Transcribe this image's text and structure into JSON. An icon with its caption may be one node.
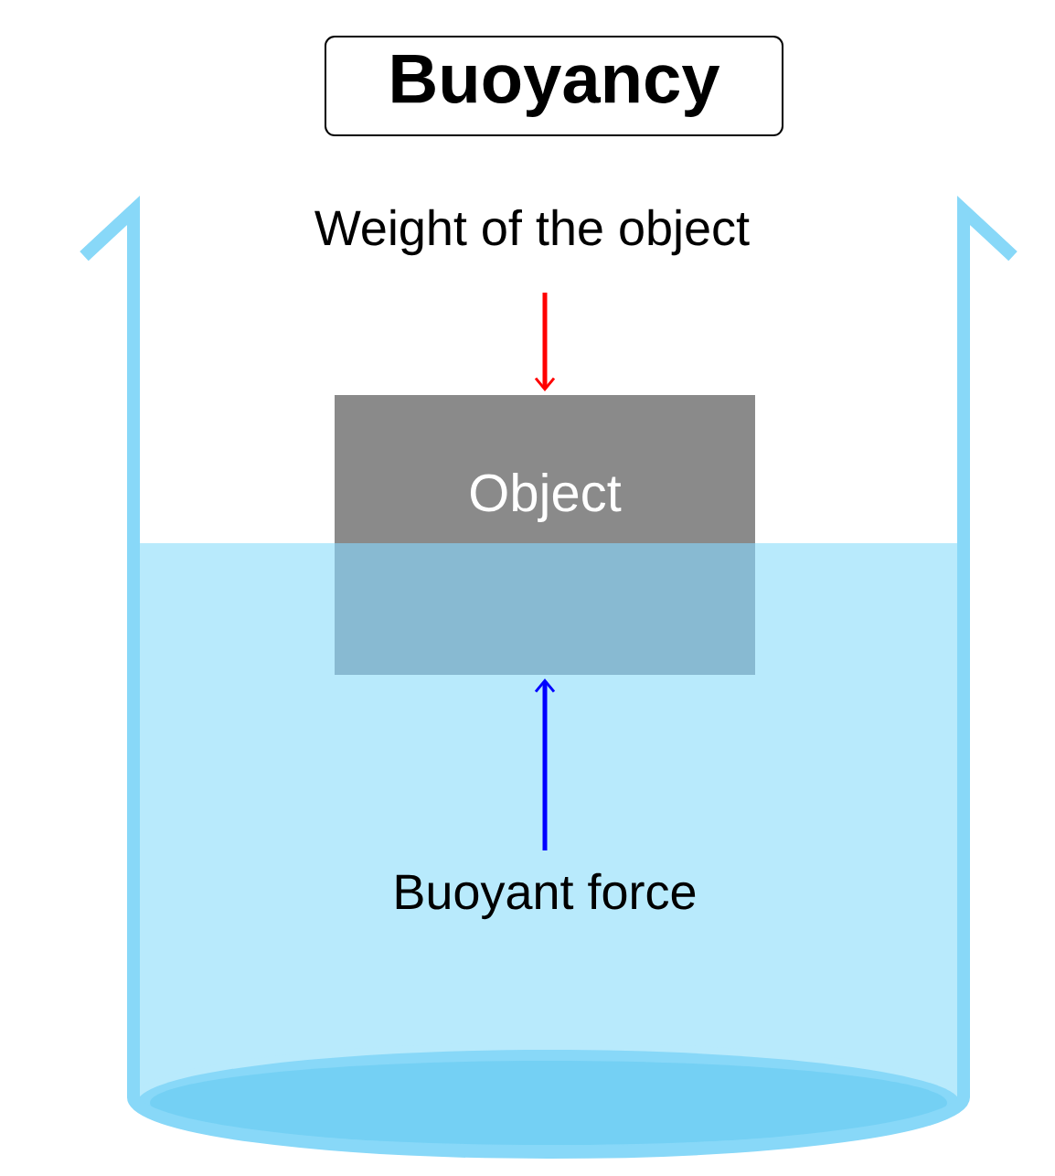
{
  "diagram": {
    "title": "Buoyancy",
    "nodes": [
      {
        "text": [
          "Weight of the object"
        ]
      },
      {
        "text": [
          "Object"
        ]
      },
      {
        "text": [
          "Buoyant force"
        ]
      }
    ],
    "edges": [
      {
        "from": 0,
        "to": 1,
        "arrow": "to",
        "color": "#ff0000"
      },
      {
        "from": 2,
        "to": 1,
        "arrow": "to",
        "color": "#0000ff"
      }
    ]
  }
}
